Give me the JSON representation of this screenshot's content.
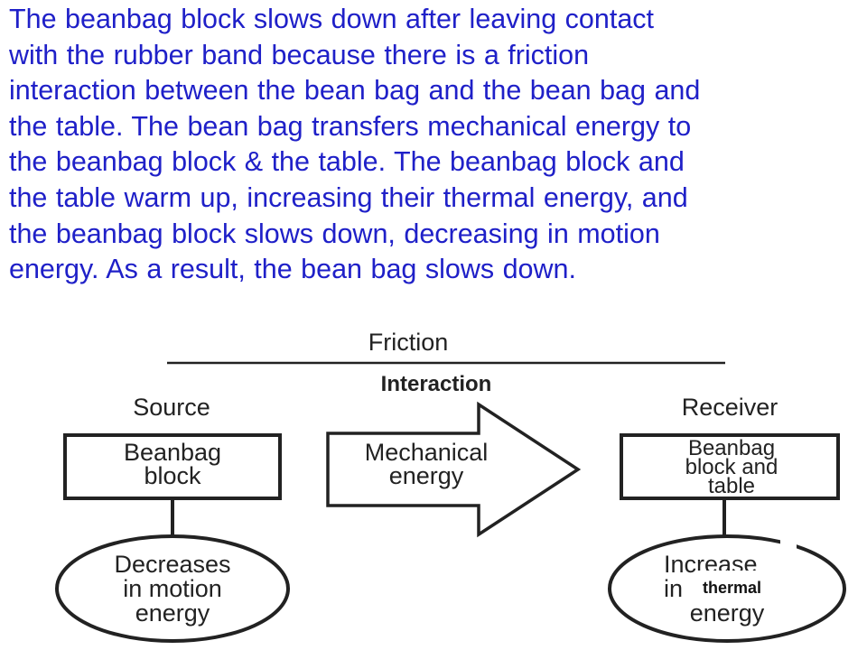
{
  "paragraph": {
    "lines": [
      "The beanbag block slows down after leaving contact",
      "with the rubber band because there is a friction",
      "interaction  between the bean bag  and the bean bag and",
      "the table.  The bean bag transfers mechanical energy to",
      "the beanbag block & the table. The beanbag block and",
      "the table warm up, increasing their thermal energy, and",
      "the beanbag block slows down, decreasing in motion",
      "energy.  As a result,  the bean bag slows down."
    ]
  },
  "diagram": {
    "title": "Friction",
    "subtitle": "Interaction",
    "source_label": "Source",
    "receiver_label": "Receiver",
    "source_box": [
      "Beanbag",
      "block"
    ],
    "arrow_text": [
      "Mechanical",
      "energy"
    ],
    "receiver_box": [
      "Beanbag",
      "block and",
      "table"
    ],
    "source_outcome": [
      "Decreases",
      "in motion",
      "energy"
    ],
    "receiver_outcome": [
      "Increase",
      "in",
      "energy"
    ],
    "overlay_note": "thermal"
  },
  "colors": {
    "paragraph_text": "#1f20c8",
    "diagram_ink": "#222222"
  }
}
